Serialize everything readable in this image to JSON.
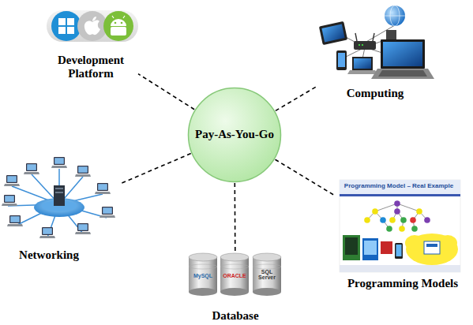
{
  "diagram": {
    "nodes": [
      {
        "text": [
          "Pay-As-You-Go"
        ]
      },
      {
        "text": [
          "Development Platform"
        ]
      },
      {
        "text": [
          "Computing"
        ]
      },
      {
        "text": [
          "Networking"
        ]
      },
      {
        "text": [
          "Programming Models"
        ]
      },
      {
        "text": [
          "Database"
        ]
      }
    ],
    "edges": [
      {
        "from": 0,
        "to": 1,
        "arrow": "none"
      },
      {
        "from": 0,
        "to": 2,
        "arrow": "none"
      },
      {
        "from": 0,
        "to": 3,
        "arrow": "none"
      },
      {
        "from": 0,
        "to": 4,
        "arrow": "none"
      },
      {
        "from": 0,
        "to": 5,
        "arrow": "none"
      }
    ],
    "labels": [
      "Programming Model – Real Example",
      "MySQL",
      "ORACLE",
      "SQL Server"
    ]
  }
}
